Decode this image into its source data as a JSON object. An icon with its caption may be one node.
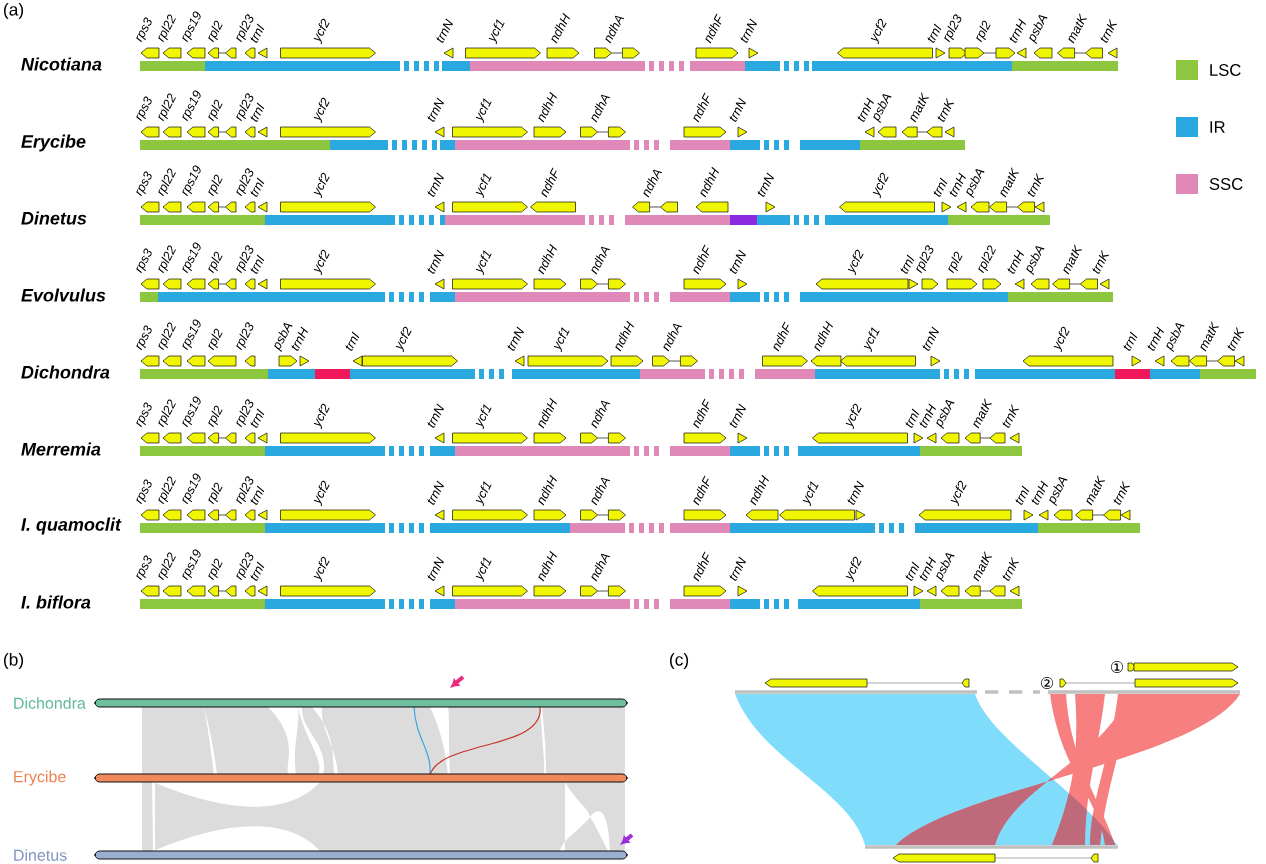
{
  "diagram": {
    "labels": [
      "(a)",
      "rps3",
      "rpl22",
      "rps19",
      "rpl2",
      "rpl23",
      "trnI",
      "ycf2",
      "trnN",
      "ycf1",
      "ndhH",
      "ndhA",
      "ndhF",
      "trnN",
      "ycf2",
      "trnI",
      "rpl23",
      "rpl2",
      "trnH",
      "psbA",
      "matK",
      "trnK",
      "Nicotiana",
      "rps3",
      "rpl22",
      "rps19",
      "rpl2",
      "rpl23",
      "trnI",
      "ycf2",
      "trnN",
      "ycf1",
      "ndhH",
      "ndhA",
      "ndhF",
      "trnN",
      "trnH",
      "psbA",
      "matK",
      "trnK",
      "Erycibe",
      "rps3",
      "rpl22",
      "rps19",
      "rpl2",
      "rpl23",
      "trnI",
      "ycf2",
      "trnN",
      "ycf1",
      "ndhF",
      "ndhA",
      "ndhH",
      "trnN",
      "ycf2",
      "trnI",
      "trnH",
      "psbA",
      "matK",
      "trnK",
      "Dinetus",
      "rps3",
      "rpl22",
      "rps19",
      "rpl2",
      "rpl23",
      "trnI",
      "ycf2",
      "trnN",
      "ycf1",
      "ndhH",
      "ndhA",
      "ndhF",
      "trnN",
      "ycf2",
      "trnI",
      "rpl23",
      "rpl2",
      "rpl22",
      "trnH",
      "psbA",
      "matK",
      "trnK",
      "Evolvulus",
      "rps3",
      "rpl22",
      "rps19",
      "rpl2",
      "rpl23",
      "psbA",
      "trnH",
      "trnI",
      "ycf2",
      "trnN",
      "ycf1",
      "ndhH",
      "ndhA",
      "ndhF",
      "ndhH",
      "ycf1",
      "trnN",
      "ycf2",
      "trnI",
      "trnH",
      "psbA",
      "matK",
      "trnK",
      "Dichondra",
      "rps3",
      "rpl22",
      "rps19",
      "rpl2",
      "rpl23",
      "trnI",
      "ycf2",
      "trnN",
      "ycf1",
      "ndhH",
      "ndhA",
      "ndhF",
      "trnN",
      "ycf2",
      "trnI",
      "trnH",
      "psbA",
      "matK",
      "trnK",
      "Merremia",
      "rps3",
      "rpl22",
      "rps19",
      "rpl2",
      "rpl23",
      "trnI",
      "ycf2",
      "trnN",
      "ycf1",
      "ndhH",
      "ndhA",
      "ndhF",
      "ndhH",
      "ycf1",
      "trnN",
      "ycf2",
      "trnI",
      "trnH",
      "psbA",
      "matK",
      "trnK",
      "I. quamoclit",
      "rps3",
      "rpl22",
      "rps19",
      "rpl2",
      "rpl23",
      "trnI",
      "ycf2",
      "trnN",
      "ycf1",
      "ndhH",
      "ndhA",
      "ndhF",
      "trnN",
      "ycf2",
      "trnI",
      "trnH",
      "psbA",
      "matK",
      "trnK",
      "I. biflora",
      "(b)",
      "Dichondra",
      "Erycibe",
      "Dinetus",
      "(c)",
      "①",
      "②"
    ],
    "legend": [
      {
        "text": "LSC",
        "color": "#8dc63f"
      },
      {
        "text": "IR",
        "color": "#29a9e0"
      },
      {
        "text": "SSC",
        "color": "#e088b8"
      }
    ]
  }
}
